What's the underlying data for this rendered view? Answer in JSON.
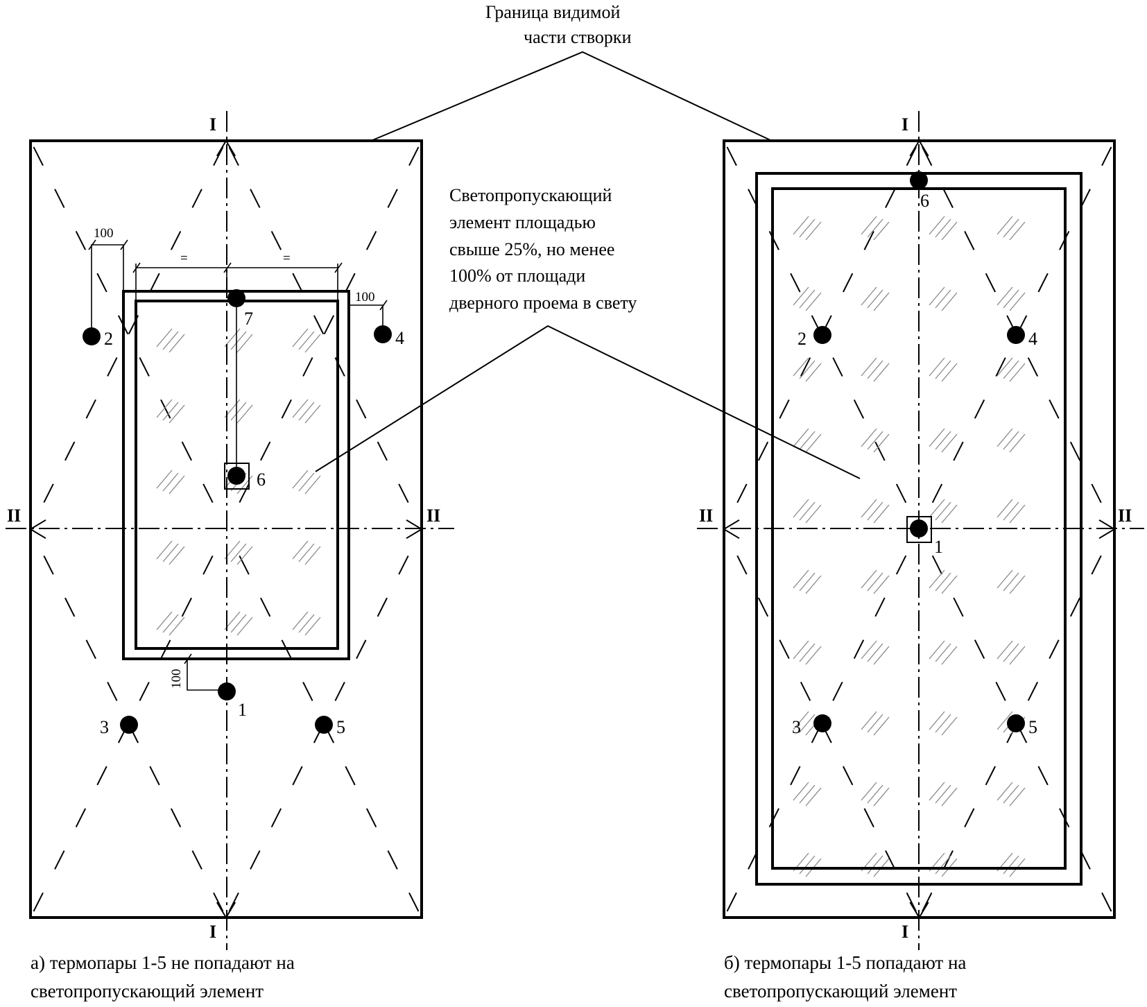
{
  "callouts": {
    "boundary": [
      "Граница видимой",
      "части створки"
    ],
    "glazing": [
      "Светопропускающий",
      "элемент площадью",
      "свыше 25%, но менее",
      "100% от площади",
      "дверного проема в свету"
    ]
  },
  "axes": {
    "vertical": "I",
    "horizontal": "II"
  },
  "dimensions": {
    "hundred": "100",
    "equal": "="
  },
  "panel_a": {
    "caption": [
      "а) термопары 1-5 не попадают на",
      "светопропускающий элемент"
    ],
    "points": [
      "1",
      "2",
      "3",
      "4",
      "5",
      "6",
      "7"
    ]
  },
  "panel_b": {
    "caption": [
      "б) термопары 1-5  попадают на",
      "светопропускающий элемент"
    ],
    "points": [
      "1",
      "2",
      "3",
      "4",
      "5",
      "6"
    ]
  }
}
